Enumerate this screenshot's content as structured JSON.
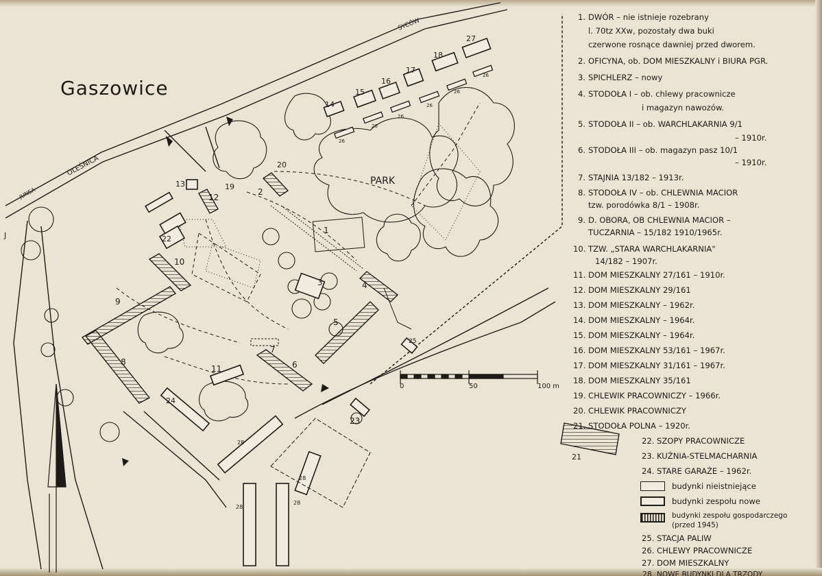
{
  "title": "Gaszowice",
  "colors": {
    "paper": "#ebe4d4",
    "ink": "#1e1a16"
  },
  "map": {
    "park_label": "PARK",
    "road_sycow": "SYCÓW",
    "road_olesnica": "OLEŚNICA",
    "road_west": "JUNSA",
    "margin_mark": "J",
    "scale": [
      "0",
      "50",
      "100 m"
    ],
    "numbers": [
      "1",
      "2",
      "3",
      "4",
      "5",
      "6",
      "7",
      "8",
      "9",
      "10",
      "11",
      "12",
      "13",
      "14",
      "15",
      "16",
      "17",
      "18",
      "19",
      "20",
      "21",
      "22",
      "23",
      "24",
      "25",
      "26",
      "27",
      "28"
    ]
  },
  "legend": [
    {
      "num": "1.",
      "text": "DWÓR – nie istnieje rozebrany",
      "line2": "l. 70tz XXw, pozostały dwa buki",
      "line3": "czerwone rosnące dawniej przed dworem."
    },
    {
      "num": "2.",
      "text": "OFICYNA, ob. DOM MIESZKALNY i BIURA PGR."
    },
    {
      "num": "3.",
      "text": "SPICHLERZ – nowy"
    },
    {
      "num": "4.",
      "text": "STODOŁA I – ob. chlewy pracownicze",
      "line2": "i magazyn nawozów."
    },
    {
      "num": "5.",
      "text": "STODOŁA II – ob. WARCHLAKARNIA 9/1",
      "line2": "– 1910r."
    },
    {
      "num": "6.",
      "text": "STODOŁA III – ob. magazyn pasz 10/1",
      "line2": "– 1910r."
    },
    {
      "num": "7.",
      "text": "STAJNIA 13/182 – 1913r."
    },
    {
      "num": "8.",
      "text": "STODOŁA IV – ob. CHLEWNIA MACIOR",
      "line2": "tzw. porodówka 8/1 – 1908r."
    },
    {
      "num": "9.",
      "text": "D. OBORA, OB CHLEWNIA MACIOR –",
      "line2": "TUCZARNIA – 15/182 1910/1965r."
    },
    {
      "num": "10.",
      "text": "TZW. „STARA WARCHLAKARNIA\"",
      "line2": "14/182 – 1907r."
    },
    {
      "num": "11.",
      "text": "DOM MIESZKALNY 27/161 – 1910r."
    },
    {
      "num": "12.",
      "text": "DOM MIESZKALNY 29/161"
    },
    {
      "num": "13.",
      "text": "DOM MIESZKALNY – 1962r."
    },
    {
      "num": "14.",
      "text": "DOM MIESZKALNY – 1964r."
    },
    {
      "num": "15.",
      "text": "DOM MIESZKALNY – 1964r."
    },
    {
      "num": "16.",
      "text": "DOM MIESZKALNY 53/161 – 1967r."
    },
    {
      "num": "17.",
      "text": "DOM MIESZKALNY 31/161 – 1967r."
    },
    {
      "num": "18.",
      "text": "DOM MIESZKALNY 35/161"
    },
    {
      "num": "19.",
      "text": "CHLEWIK PRACOWNICZY – 1966r."
    },
    {
      "num": "20.",
      "text": "CHLEWIK PRACOWNICZY"
    },
    {
      "num": "21.",
      "text": "STODOŁA POLNA – 1920r."
    },
    {
      "num": "22.",
      "text": "SZOPY PRACOWNICZE"
    },
    {
      "num": "23.",
      "text": "KUŹNIA-STELMACHARNIA"
    },
    {
      "num": "24.",
      "text": "STARE GARAŻE – 1962r."
    },
    {
      "num": "25.",
      "text": "STACJA PALIW"
    },
    {
      "num": "26.",
      "text": "CHLEWY PRACOWNICZE"
    },
    {
      "num": "27.",
      "text": "DOM MIESZKALNY"
    },
    {
      "num": "28.",
      "text": "NOWE BUDYNKI DLA TRZODY"
    }
  ],
  "symbols": [
    "budynki nieistniejące",
    "budynki zespołu nowe",
    "budynki zespołu gospodarczego",
    "(przed 1945)"
  ]
}
